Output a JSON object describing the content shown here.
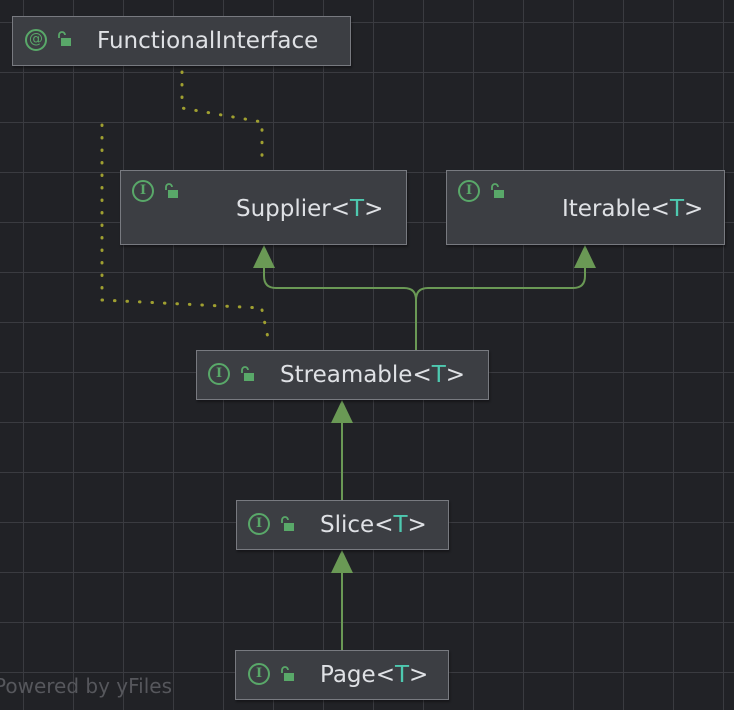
{
  "diagram": {
    "nodes": [
      {
        "id": "functional-interface",
        "kind": "annotation",
        "kind_symbol": "@",
        "name": "FunctionalInterface",
        "open": "",
        "param": "",
        "close": ""
      },
      {
        "id": "supplier",
        "kind": "interface",
        "kind_symbol": "I",
        "name": "Supplier",
        "open": "<",
        "param": "T",
        "close": ">"
      },
      {
        "id": "iterable",
        "kind": "interface",
        "kind_symbol": "I",
        "name": "Iterable",
        "open": "<",
        "param": "T",
        "close": ">"
      },
      {
        "id": "streamable",
        "kind": "interface",
        "kind_symbol": "I",
        "name": "Streamable",
        "open": "<",
        "param": "T",
        "close": ">"
      },
      {
        "id": "slice",
        "kind": "interface",
        "kind_symbol": "I",
        "name": "Slice",
        "open": "<",
        "param": "T",
        "close": ">"
      },
      {
        "id": "page",
        "kind": "interface",
        "kind_symbol": "I",
        "name": "Page",
        "open": "<",
        "param": "T",
        "close": ">"
      }
    ],
    "edges": [
      {
        "from": "streamable",
        "to": "supplier",
        "type": "extends"
      },
      {
        "from": "streamable",
        "to": "iterable",
        "type": "extends"
      },
      {
        "from": "slice",
        "to": "streamable",
        "type": "extends"
      },
      {
        "from": "page",
        "to": "slice",
        "type": "extends"
      },
      {
        "from": "supplier",
        "to": "functional-interface",
        "type": "annotated-by"
      }
    ],
    "colors": {
      "background": "#212226",
      "grid": "#3a3b40",
      "node_fill": "#3c3e43",
      "node_border": "#787a80",
      "text": "#dfe1e5",
      "type_param": "#4ec9b0",
      "extends_edge": "#6a9955",
      "annotation_edge": "#a0a030",
      "icon_green": "#59a869"
    },
    "watermark": "Powered by yFiles"
  }
}
